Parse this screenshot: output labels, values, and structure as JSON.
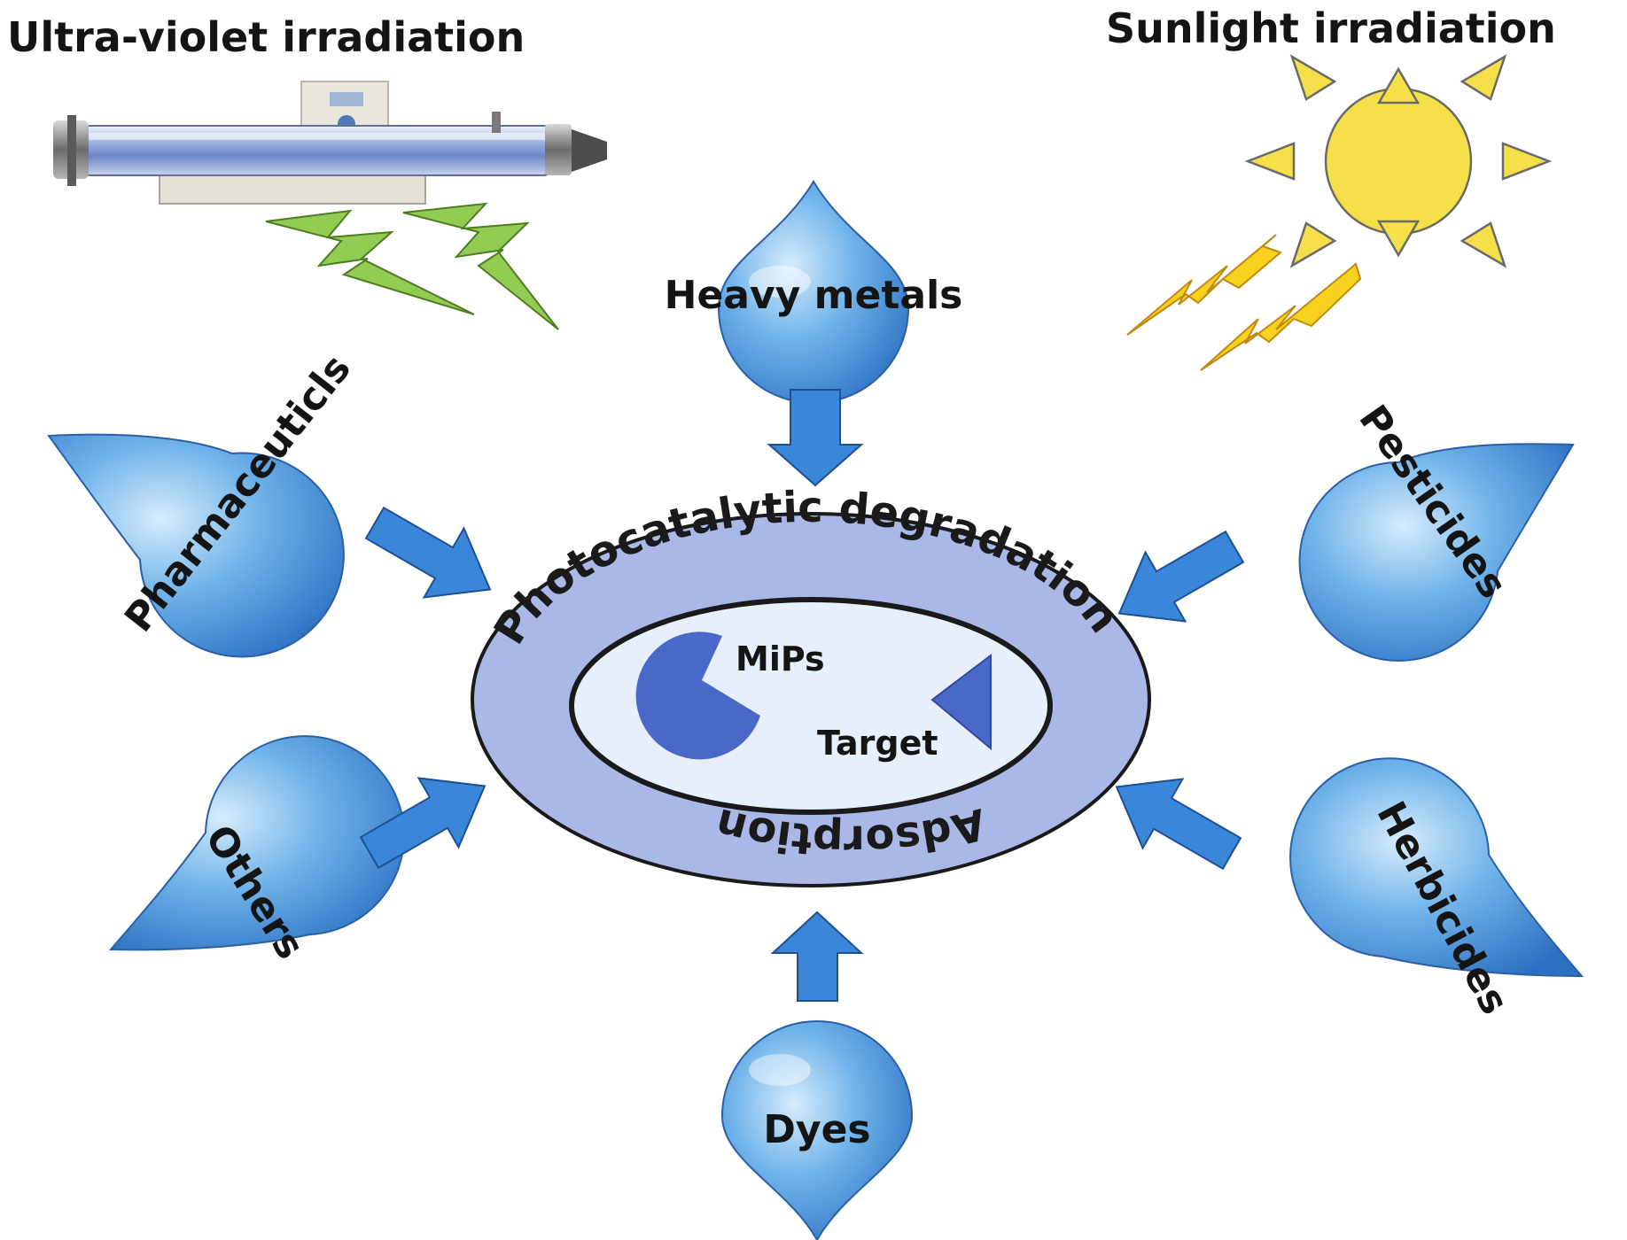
{
  "sources": {
    "uv": {
      "label": "Ultra-violet irradiation",
      "icon": "uv-lamp-icon"
    },
    "sun": {
      "label": "Sunlight irradiation",
      "icon": "sun-icon"
    }
  },
  "pollutants": {
    "heavy_metals": "Heavy metals",
    "pharmaceuticals": "Pharmaceuticls",
    "pesticides": "Pesticides",
    "others": "Others",
    "herbicides": "Herbicides",
    "dyes": "Dyes"
  },
  "center": {
    "outer_top_label": "Photocatalytic degradation",
    "outer_bottom_label": "Adsorption",
    "mips_label": "MiPs",
    "target_label": "Target"
  },
  "colors": {
    "drop_blue": "#3f8fd8",
    "arrow_blue": "#3a86d8",
    "ring_fill": "#a9b8e6",
    "inner_fill": "#e8effc",
    "mips_shape": "#4a68c8",
    "uv_bolt": "#92cc52",
    "sun_bolt": "#f7d21e",
    "sun_body": "#f6e04a"
  }
}
